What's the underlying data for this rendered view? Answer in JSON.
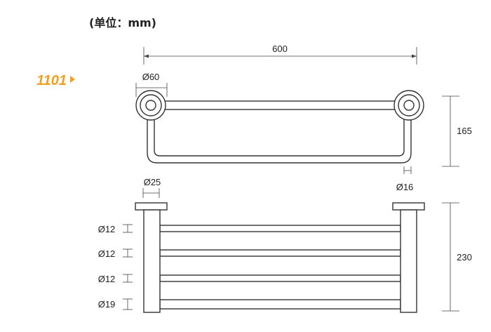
{
  "unit_label": "(单位：mm)",
  "model_number": "1101",
  "accent_color": "#f0a020",
  "top_view": {
    "width_label": "600",
    "flange_diameter_label": "Ø60",
    "height_label": "165",
    "rail_diameter_label": "Ø16"
  },
  "side_view": {
    "post_diameter_label": "Ø25",
    "height_label": "230",
    "bar_diameter_labels": [
      "Ø12",
      "Ø12",
      "Ø12",
      "Ø19"
    ]
  }
}
